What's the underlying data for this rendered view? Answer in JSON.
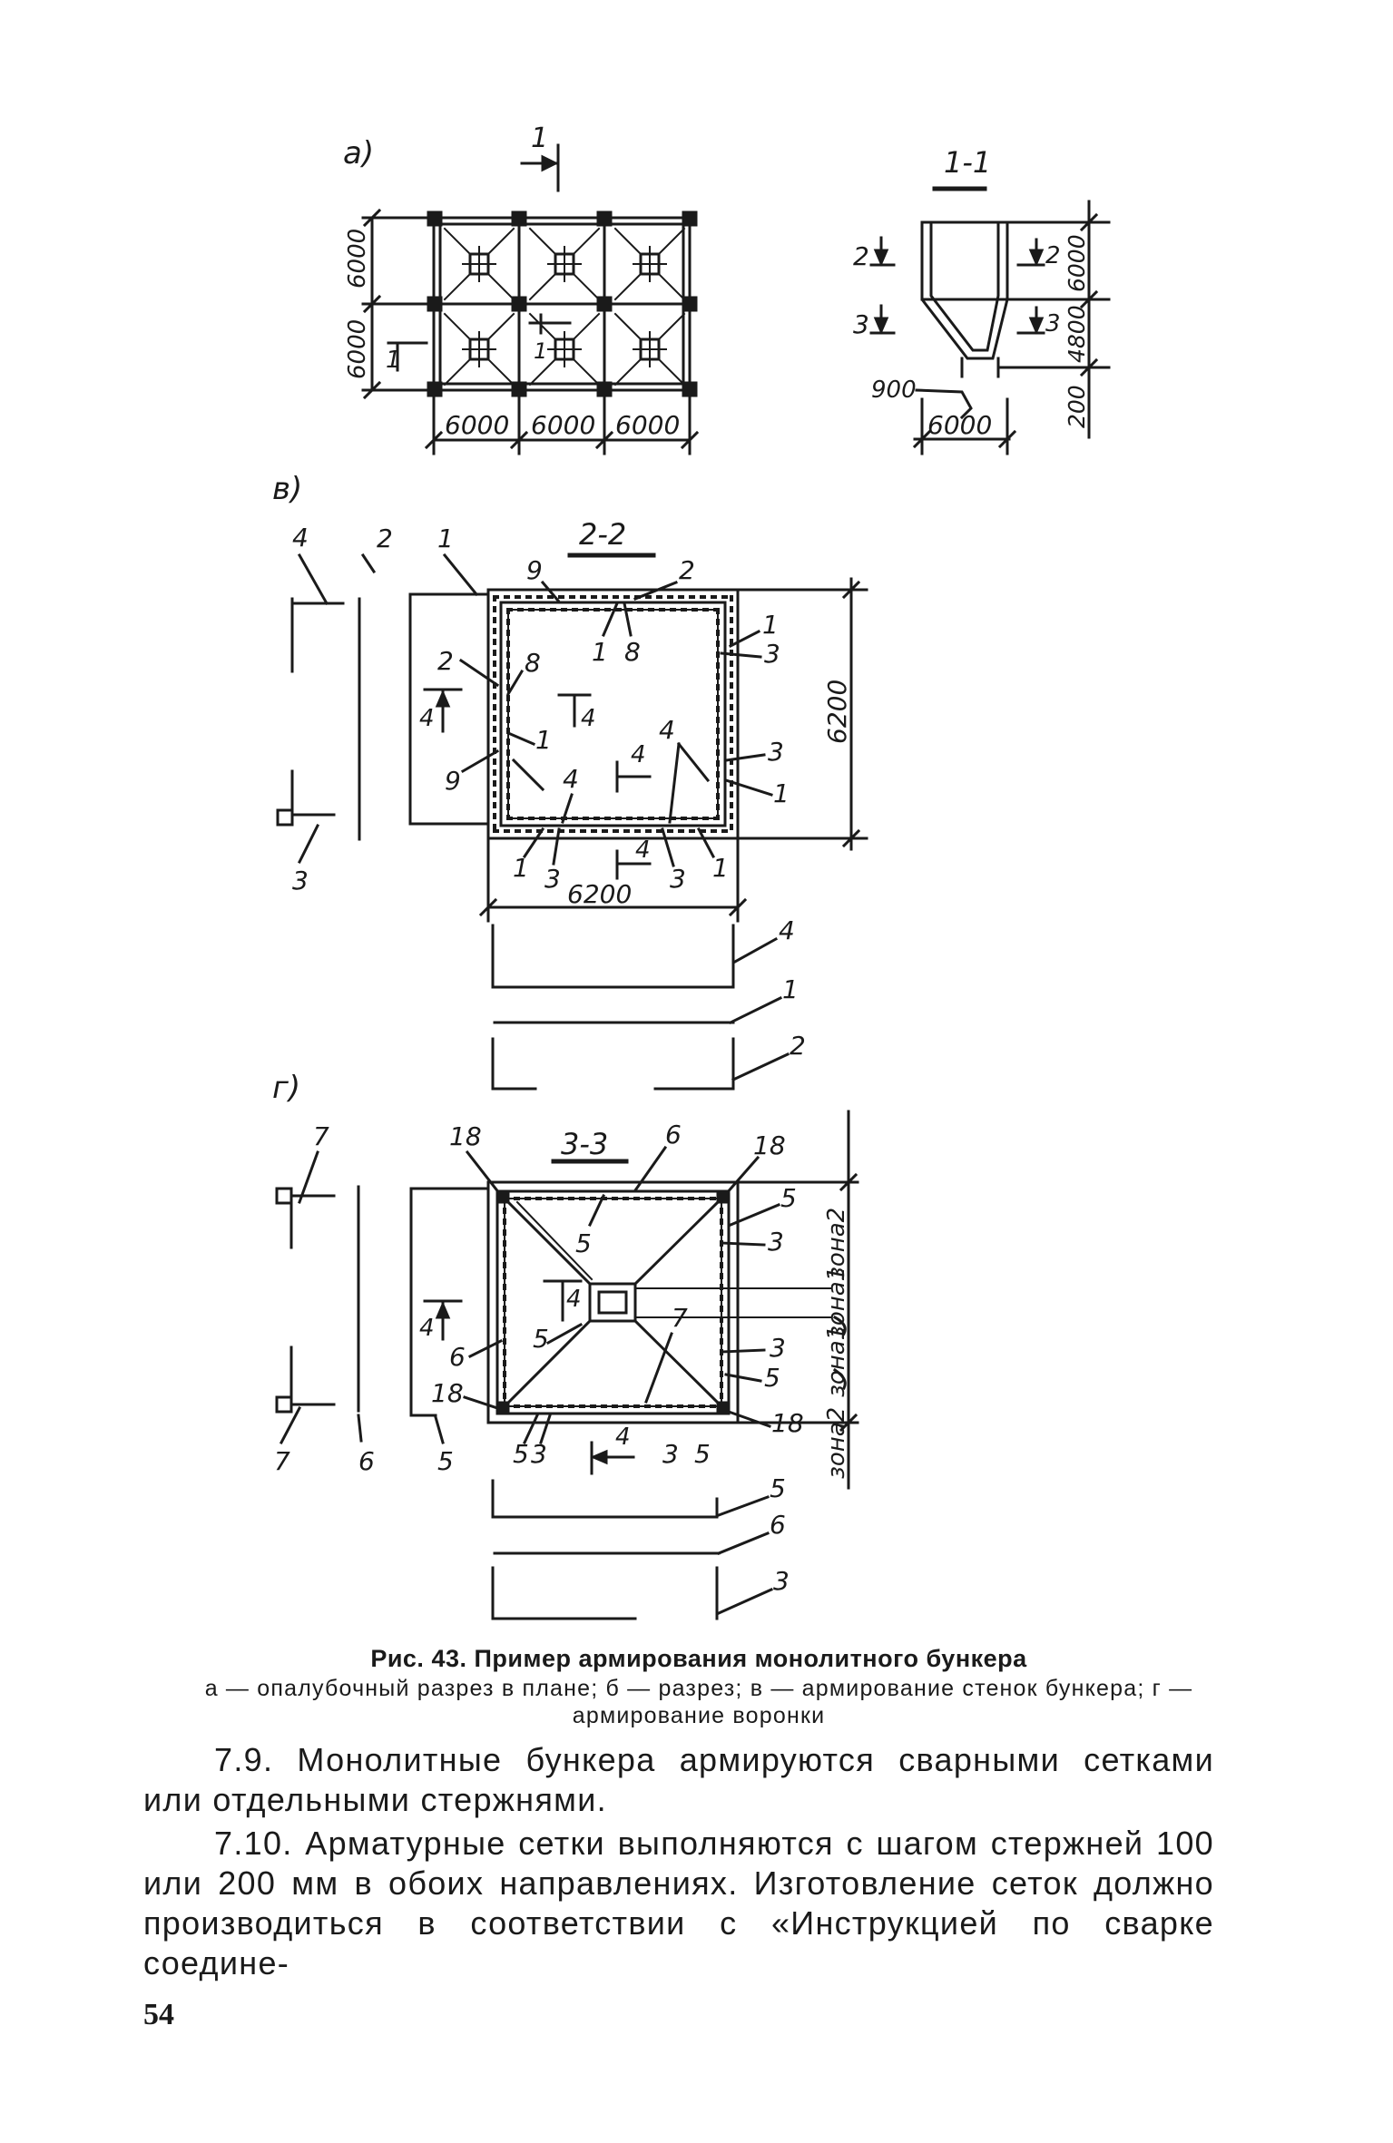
{
  "figure": {
    "panel_a": {
      "letter": "а)",
      "section_mark": "1",
      "section_title": "1-1",
      "plan_dims_x": [
        "6000",
        "6000",
        "6000"
      ],
      "plan_dims_y": [
        "6000",
        "6000"
      ],
      "section_dims": [
        "6000",
        "4800",
        "200"
      ],
      "section_width": "6000",
      "outlet_dim": "900",
      "labels": [
        "1",
        "1",
        "2",
        "2",
        "3",
        "3"
      ]
    },
    "panel_v": {
      "letter": "в)",
      "section_title": "2-2",
      "dim_width": "6200",
      "dim_height": "6200",
      "labels": [
        "4",
        "2",
        "1",
        "9",
        "2",
        "1",
        "8",
        "1",
        "3",
        "2",
        "8",
        "4",
        "4",
        "1",
        "9",
        "4",
        "4",
        "3",
        "1",
        "4",
        "1",
        "3",
        "4",
        "3",
        "1",
        "4",
        "1",
        "2",
        "3"
      ]
    },
    "panel_g": {
      "letter": "г)",
      "section_title": "3-3",
      "zone_labels": [
        "зона2",
        "зона1",
        "зона1",
        "зона2"
      ],
      "labels": [
        "7",
        "18",
        "6",
        "18",
        "5",
        "3",
        "5",
        "4",
        "5",
        "4",
        "7",
        "3",
        "6",
        "5",
        "18",
        "18",
        "5",
        "3",
        "4",
        "3",
        "5",
        "7",
        "6",
        "5",
        "5",
        "6",
        "3"
      ]
    }
  },
  "caption": {
    "title": "Рис. 43. Пример армирования монолитного бункера",
    "description": "а — опалубочный разрез в плане; б — разрез; в — армирование стенок бункера; г — армирование воронки"
  },
  "paragraphs": [
    "7.9. Монолитные бункера армируются сварными сетками или отдельными стержнями.",
    "7.10. Арматурные сетки выполняются с шагом стержней 100 или 200 мм в обоих направлениях. Изготовление сеток должно производиться в соответствии с «Инструкцией по сварке соедине-"
  ],
  "page_number": "54"
}
